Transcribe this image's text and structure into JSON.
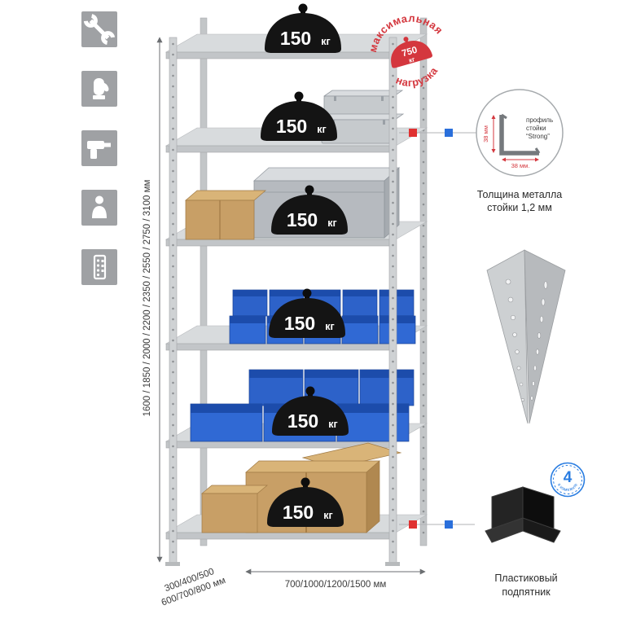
{
  "page": {
    "background": "#ffffff"
  },
  "colors": {
    "accent_red": "#d4373e",
    "accent_blue": "#2a6fdb",
    "bin_blue": "#2d62c9",
    "icon_tile_gray": "#9fa1a4"
  },
  "left_toolbar": {
    "icons": [
      "wrench-icon",
      "gloves-icon",
      "drill-icon",
      "person-icon",
      "rack-post-icon"
    ]
  },
  "rack": {
    "shelves": 6,
    "shelf_load_value": "150",
    "shelf_load_unit": "кг"
  },
  "max_load_stamp": {
    "arc_top": "максимальная",
    "arc_bottom": "нагрузка",
    "value": "750",
    "unit": "кг"
  },
  "dimensions": {
    "height": "1600 / 1850 / 2000 / 2200 / 2350 / 2550 / 2750 / 3100 мм",
    "depth_line1": "300/400/500",
    "depth_line2": "600/700/800 мм",
    "width": "700/1000/1200/1500 мм"
  },
  "profile_detail": {
    "label_line1": "профиль",
    "label_line2": "стойки",
    "label_line3": "“Strong”",
    "dim_vertical": "38 мм",
    "dim_horizontal": "38 мм.",
    "caption_line1": "Толщина металла",
    "caption_line2": "стойки 1,2 мм"
  },
  "foot_detail": {
    "badge_value": "4",
    "badge_text": "в комплекте",
    "caption_line1": "Пластиковый",
    "caption_line2": "подпятник"
  }
}
